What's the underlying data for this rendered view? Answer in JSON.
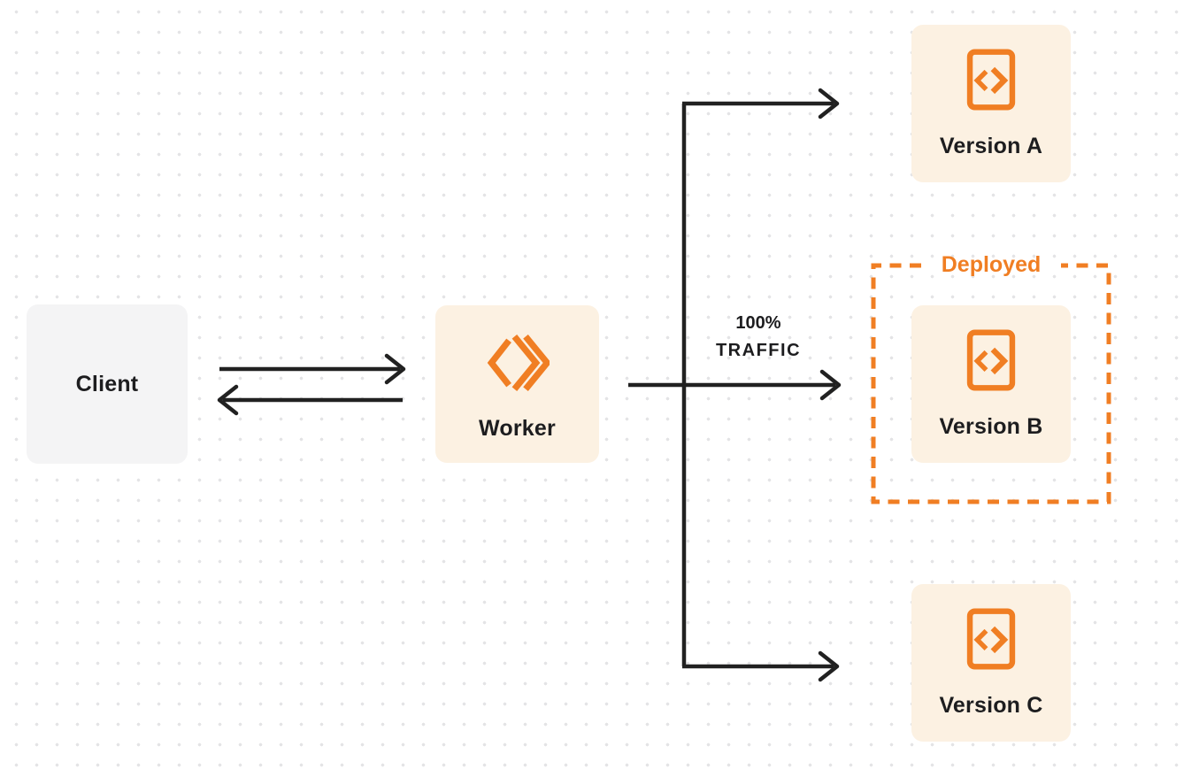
{
  "colors": {
    "accent": "#F07E23",
    "node-cream": "#FCF1E2",
    "node-gray": "#F4F4F5",
    "line": "#212121",
    "text": "#1D1D1F",
    "bg": "#FFFFFF",
    "dot": "#E4E4E6"
  },
  "diagram": {
    "client": {
      "label": "Client"
    },
    "worker": {
      "label": "Worker",
      "icon": "workers-logo-icon"
    },
    "traffic_label": {
      "line1": "100%",
      "line2": "TRAFFIC"
    },
    "deployed_group": {
      "label": "Deployed"
    },
    "versions": [
      {
        "label": "Version A",
        "icon": "code-document-icon",
        "deployed": false
      },
      {
        "label": "Version B",
        "icon": "code-document-icon",
        "deployed": true
      },
      {
        "label": "Version C",
        "icon": "code-document-icon",
        "deployed": false
      }
    ]
  }
}
